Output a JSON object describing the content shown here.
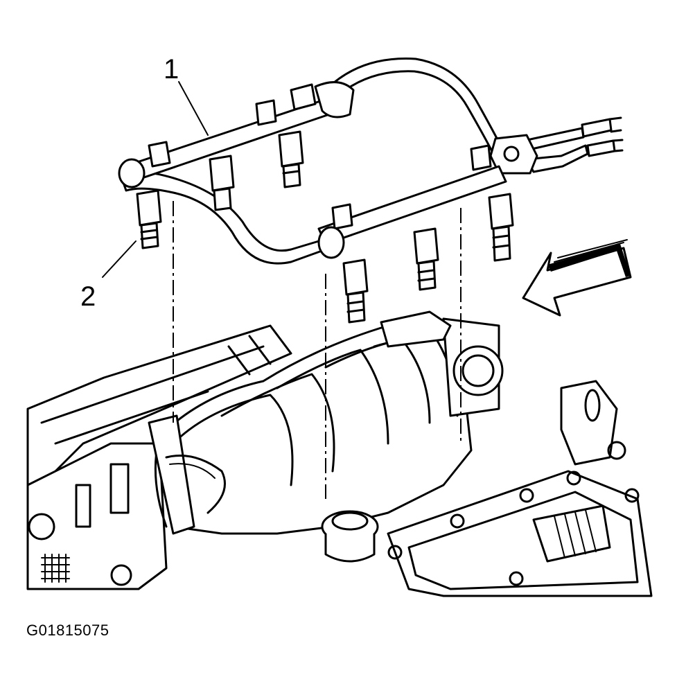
{
  "callouts": {
    "fuel_rail": "1",
    "fuel_injector": "2"
  },
  "figure_id": "G01815075",
  "icons": [
    "direction-arrow-icon"
  ],
  "colors": {
    "line": "#000000",
    "background": "#ffffff"
  }
}
